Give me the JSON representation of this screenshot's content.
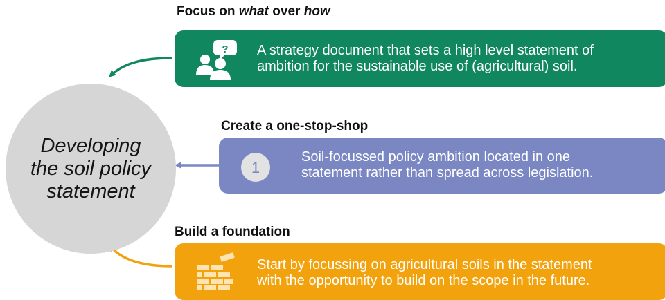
{
  "central": {
    "title": "Developing the soil policy statement",
    "lines": [
      "Developing",
      "the soil policy",
      "statement"
    ]
  },
  "items": [
    {
      "heading": {
        "prefix": "Focus on ",
        "em1": "what",
        "middle": " over ",
        "em2": "how"
      },
      "text_lines": [
        "A strategy document that sets a high level statement of",
        "ambition for the sustainable use of (agricultural) soil."
      ],
      "icon": "people-question-icon",
      "color": "#11875f"
    },
    {
      "heading": {
        "text": "Create a one-stop-shop"
      },
      "text_lines": [
        "Soil-focussed policy ambition located in one",
        "statement rather than spread across legislation."
      ],
      "icon": "number-one-icon",
      "icon_label": "1",
      "color": "#7b87c3"
    },
    {
      "heading": {
        "text": "Build a foundation"
      },
      "text_lines": [
        "Start by focussing on agricultural soils in the statement",
        "with the opportunity to build on the scope in the future."
      ],
      "icon": "brick-wall-icon",
      "color": "#f2a20c"
    }
  ]
}
